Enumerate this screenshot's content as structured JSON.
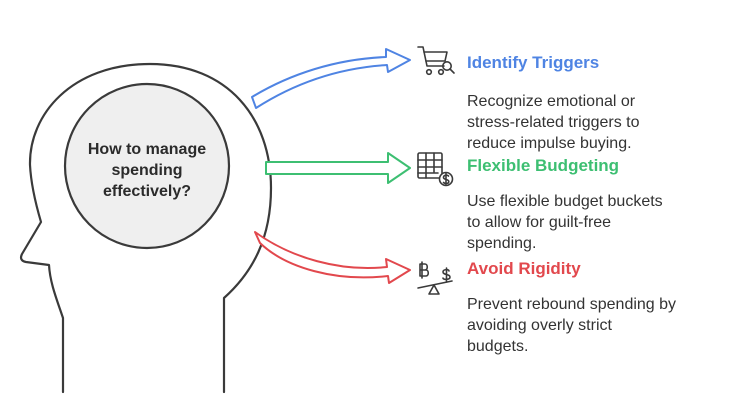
{
  "center": {
    "lines": [
      "How to manage",
      "spending",
      "effectively?"
    ]
  },
  "items": [
    {
      "title": "Identify Triggers",
      "desc_lines": [
        "Recognize emotional or",
        "stress-related triggers to",
        "reduce impulse buying."
      ],
      "color": "#4f84e3",
      "icon": "shopping-cart-search-icon"
    },
    {
      "title": "Flexible Budgeting",
      "desc_lines": [
        "Use flexible budget buckets",
        "to allow for guilt-free",
        "spending."
      ],
      "color": "#3dbf72",
      "icon": "budget-sheet-dollar-icon"
    },
    {
      "title": "Avoid Rigidity",
      "desc_lines": [
        "Prevent rebound spending by",
        "avoiding overly strict",
        "budgets."
      ],
      "color": "#e2484d",
      "icon": "balance-scale-currency-icon"
    }
  ]
}
